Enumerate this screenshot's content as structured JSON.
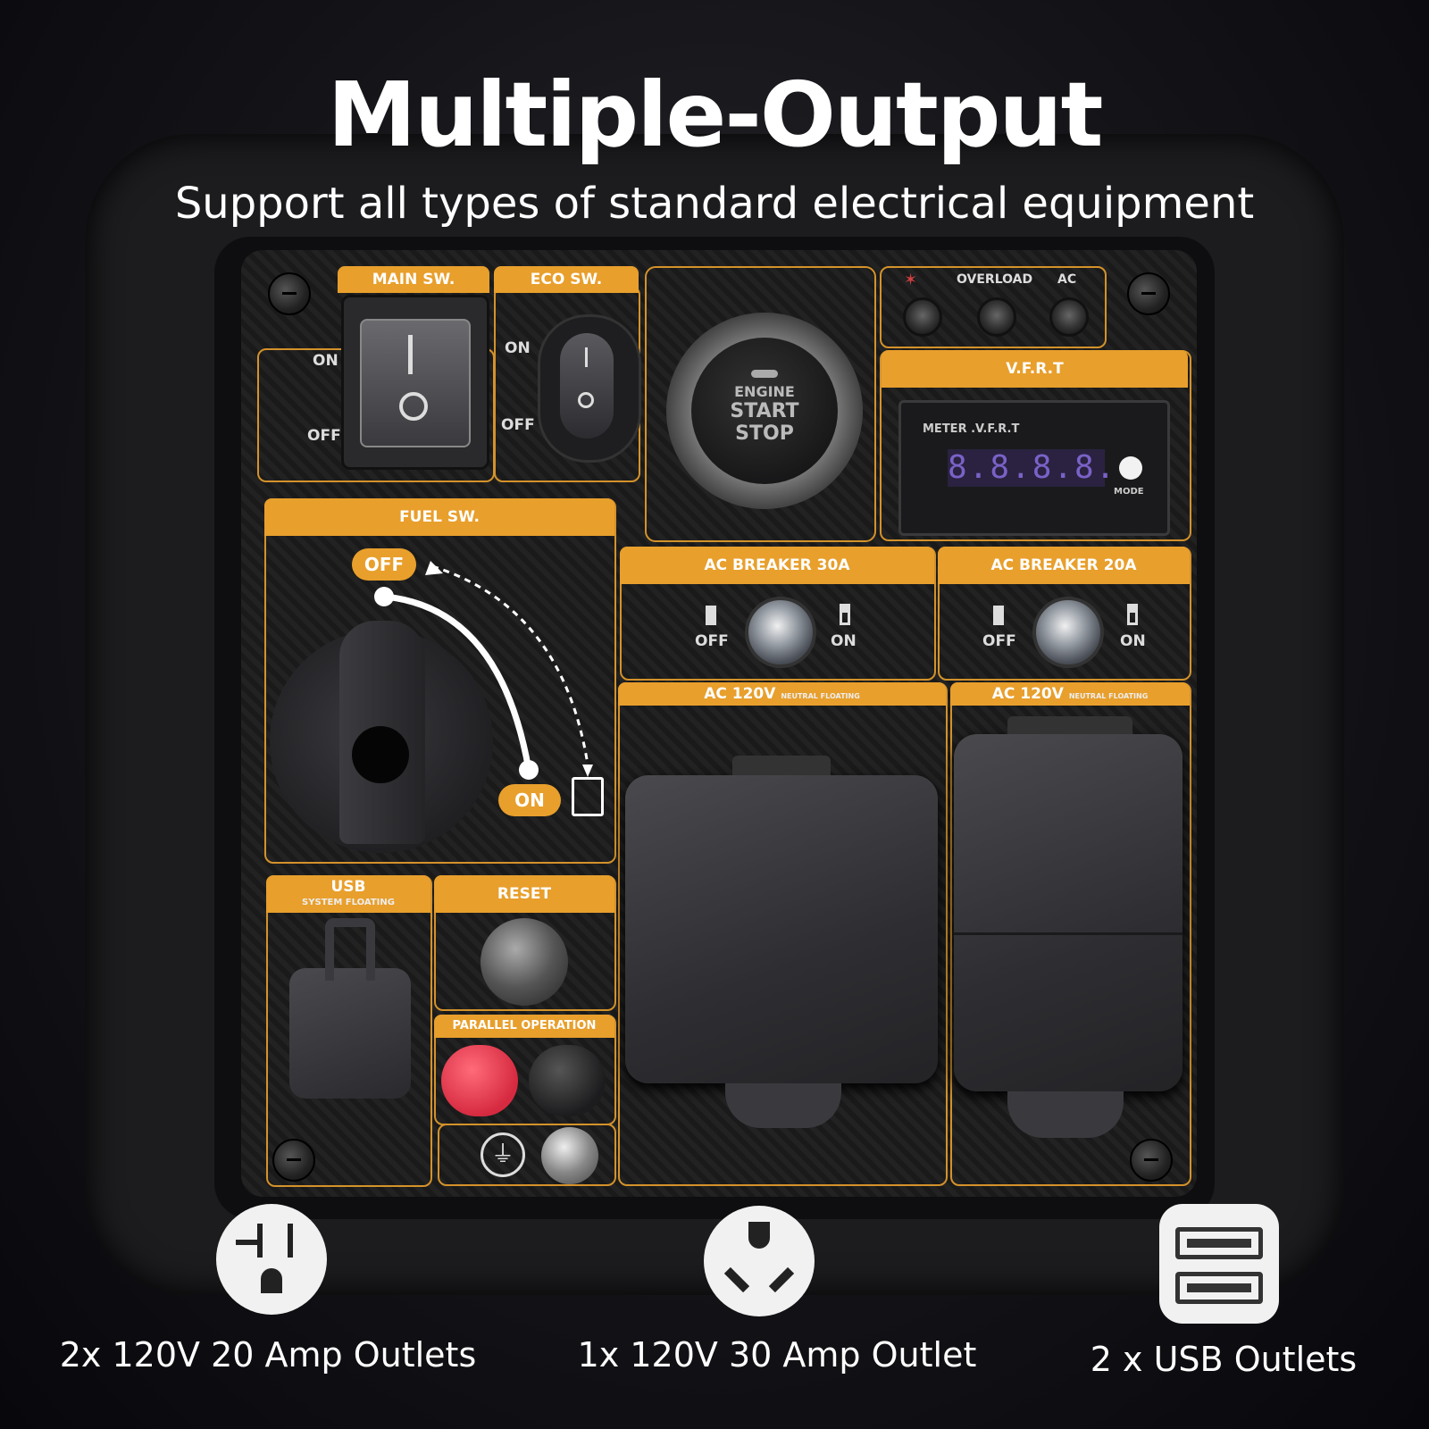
{
  "headline": "Multiple-Output",
  "subheadline": "Support all types of standard electrical equipment",
  "panel": {
    "main_sw": {
      "label": "MAIN SW.",
      "on": "ON",
      "off": "OFF"
    },
    "eco_sw": {
      "label": "ECO SW.",
      "on": "ON",
      "off": "OFF"
    },
    "engine_button": {
      "line1": "ENGINE",
      "line2": "START",
      "line3": "STOP"
    },
    "indicators": {
      "overload": "OVERLOAD",
      "ac": "AC"
    },
    "vfrt": {
      "label": "V.F.R.T",
      "meter_label": "METER .V.F.R.T",
      "display": "8.8.8.8.",
      "mode": "MODE"
    },
    "fuel_sw": {
      "label": "FUEL SW.",
      "off": "OFF",
      "on": "ON"
    },
    "breaker_30": {
      "label": "AC BREAKER 30A",
      "off": "OFF",
      "on": "ON"
    },
    "breaker_20": {
      "label": "AC BREAKER 20A",
      "off": "OFF",
      "on": "ON"
    },
    "ac_120_left": {
      "label": "AC 120V",
      "sub": "NEUTRAL FLOATING"
    },
    "ac_120_right": {
      "label": "AC 120V",
      "sub": "NEUTRAL FLOATING"
    },
    "usb": {
      "label": "USB",
      "sub": "SYSTEM FLOATING"
    },
    "reset": {
      "label": "RESET"
    },
    "parallel": {
      "label": "PARALLEL OPERATION"
    }
  },
  "features": [
    {
      "icon": "nema-20a-outlet-icon",
      "text": "2x 120V 20 Amp Outlets"
    },
    {
      "icon": "nema-30a-outlet-icon",
      "text": "1x 120V 30 Amp Outlet"
    },
    {
      "icon": "usb-ports-icon",
      "text": "2 x USB Outlets"
    }
  ],
  "colors": {
    "accent": "#e89f2c",
    "background": "#141418"
  }
}
